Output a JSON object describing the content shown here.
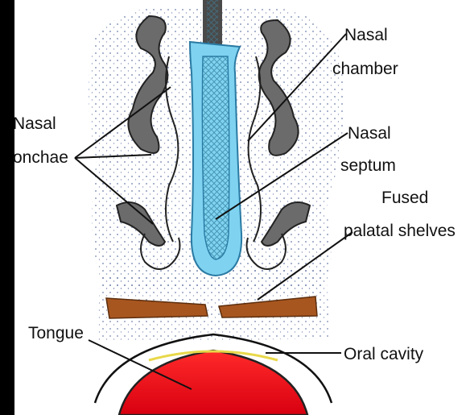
{
  "labels": {
    "nasal_conchae_line1": "Nasal",
    "nasal_conchae_line2": "onchae",
    "nasal_chamber_line1": "Nasal",
    "nasal_chamber_line2": "chamber",
    "nasal_septum_line1": "Nasal",
    "nasal_septum_line2": "septum",
    "fused_palatal_line1": "Fused",
    "fused_palatal_line2": "palatal shelves",
    "tongue": "Tongue",
    "oral_cavity": "Oral cavity"
  },
  "colors": {
    "septum": "#7fd3f0",
    "septum_outline": "#2a7aa3",
    "concha": "#6b6b6b",
    "palate": "#a8561f",
    "tongue": "#e0141e",
    "stipple": "#5a6fa0"
  }
}
